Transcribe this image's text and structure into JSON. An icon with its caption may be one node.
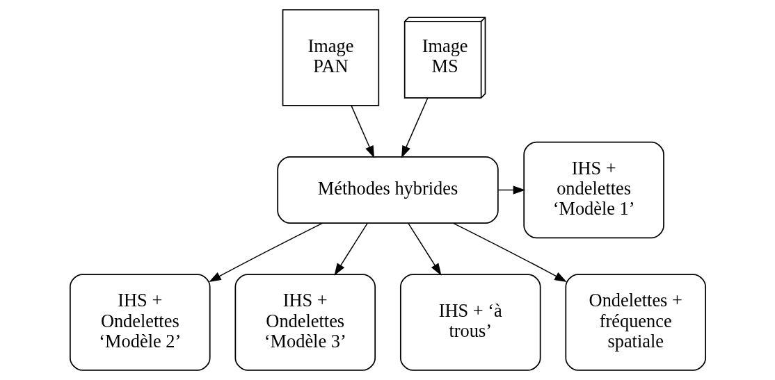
{
  "diagram": {
    "nodes": [
      {
        "text": [
          "Image PAN"
        ]
      },
      {
        "text": [
          "Image MS"
        ]
      },
      {
        "text": [
          "Méthodes hybrides"
        ]
      },
      {
        "text": [
          "IHS + ondelettes ‘Modèle 1’"
        ]
      },
      {
        "text": [
          "IHS + Ondelettes ‘Modèle 2’"
        ]
      },
      {
        "text": [
          "IHS + Ondelettes ‘Modèle 3’"
        ]
      },
      {
        "text": [
          "IHS + ‘à trous’"
        ]
      },
      {
        "text": [
          "Ondelettes + fréquence spatiale"
        ]
      }
    ],
    "edges": [
      {
        "from": 0,
        "to": 2,
        "arrow": "to"
      },
      {
        "from": 1,
        "to": 2,
        "arrow": "to"
      },
      {
        "from": 2,
        "to": 3,
        "arrow": "to"
      },
      {
        "from": 2,
        "to": 4,
        "arrow": "to"
      },
      {
        "from": 2,
        "to": 5,
        "arrow": "to"
      },
      {
        "from": 2,
        "to": 6,
        "arrow": "to"
      },
      {
        "from": 2,
        "to": 7,
        "arrow": "to"
      }
    ]
  }
}
